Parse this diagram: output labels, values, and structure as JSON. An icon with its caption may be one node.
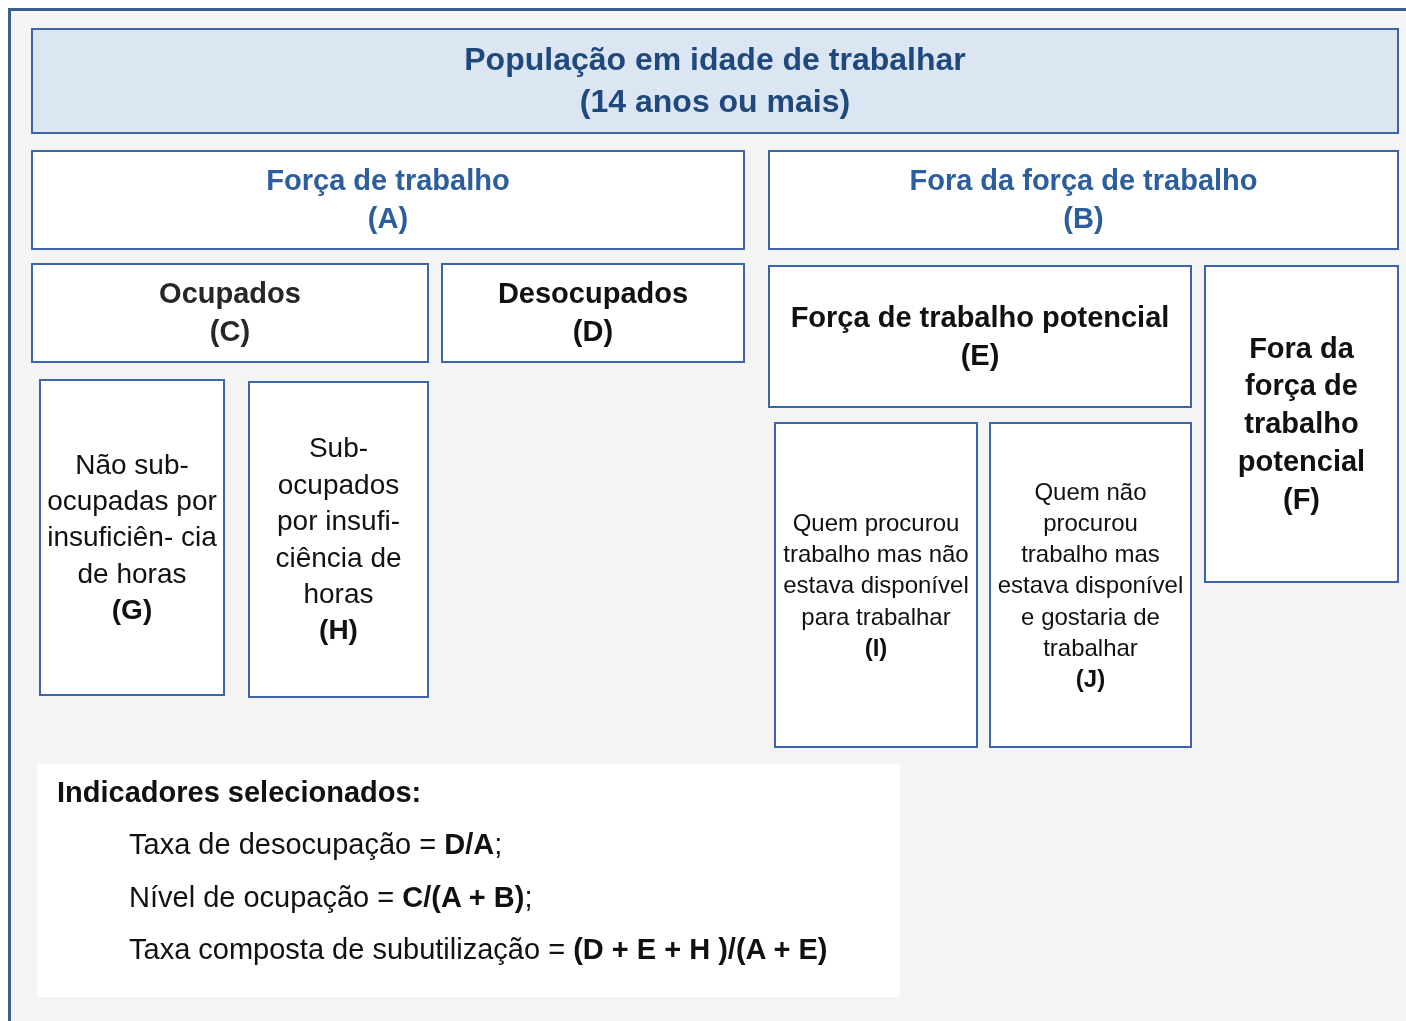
{
  "diagram": {
    "nodes": [
      {
        "text": [
          "População em idade de trabalhar",
          "(14 anos ou mais)"
        ]
      },
      {
        "text": [
          "Força de trabalho",
          "(A)"
        ]
      },
      {
        "text": [
          "Fora da força de trabalho",
          "(B)"
        ]
      },
      {
        "text": [
          "Ocupados",
          "(C)"
        ]
      },
      {
        "text": [
          "Desocupados",
          "(D)"
        ]
      },
      {
        "text": [
          "Força de trabalho potencial",
          "(E)"
        ]
      },
      {
        "text": [
          "Fora da força de trabalho potencial",
          "(F)"
        ]
      },
      {
        "text": [
          "Não sub- ocupadas por insuficiên- cia de horas",
          "(G)"
        ]
      },
      {
        "text": [
          "Sub- ocupados por insufi- ciência de horas",
          "(H)"
        ]
      },
      {
        "text": [
          "Quem procurou trabalho mas não estava disponível para trabalhar",
          "(I)"
        ]
      },
      {
        "text": [
          "Quem não procurou trabalho mas estava disponível e gostaria de trabalhar",
          "(J)"
        ]
      },
      {
        "text": [
          "Indicadores selecionados:",
          "Taxa de desocupação = **D/A**;",
          "Nível de ocupação = **C/(A + B)**;",
          "Taxa composta de subutilização = **(D + E + H )/(A + E)**"
        ]
      }
    ]
  }
}
